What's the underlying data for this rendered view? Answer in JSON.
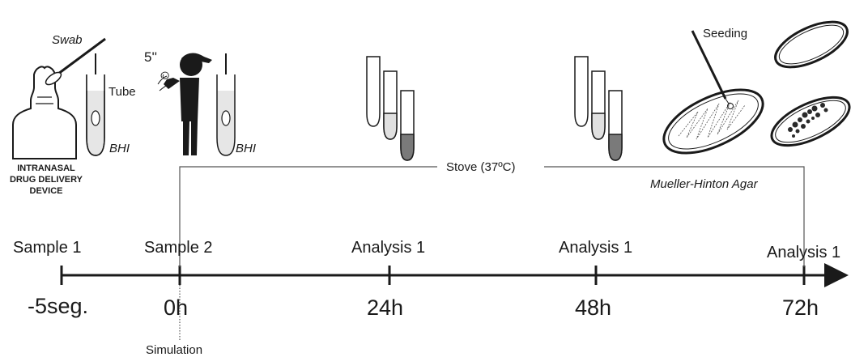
{
  "labels": {
    "swab": "Swab",
    "tube": "Tube",
    "bhi_1": "BHI",
    "bhi_2": "BHI",
    "five_seconds": "5''",
    "device_line1": "INTRANASAL",
    "device_line2": "DRUG DELIVERY",
    "device_line3": "DEVICE",
    "seeding": "Seeding",
    "stove": "Stove (37ºC)",
    "agar": "Mueller-Hinton Agar",
    "simulation": "Simulation"
  },
  "timeline": [
    {
      "stage": "Sample 1",
      "time": "-5seg."
    },
    {
      "stage": "Sample 2",
      "time": "0h"
    },
    {
      "stage": "Analysis 1",
      "time": "24h"
    },
    {
      "stage": "Analysis 1",
      "time": "48h"
    },
    {
      "stage": "Analysis 1",
      "time": "72h"
    }
  ],
  "colors": {
    "ink": "#1a1a1a",
    "tube_liquid_light": "#e0e0e0",
    "tube_liquid_dark": "#7a7a7a"
  }
}
